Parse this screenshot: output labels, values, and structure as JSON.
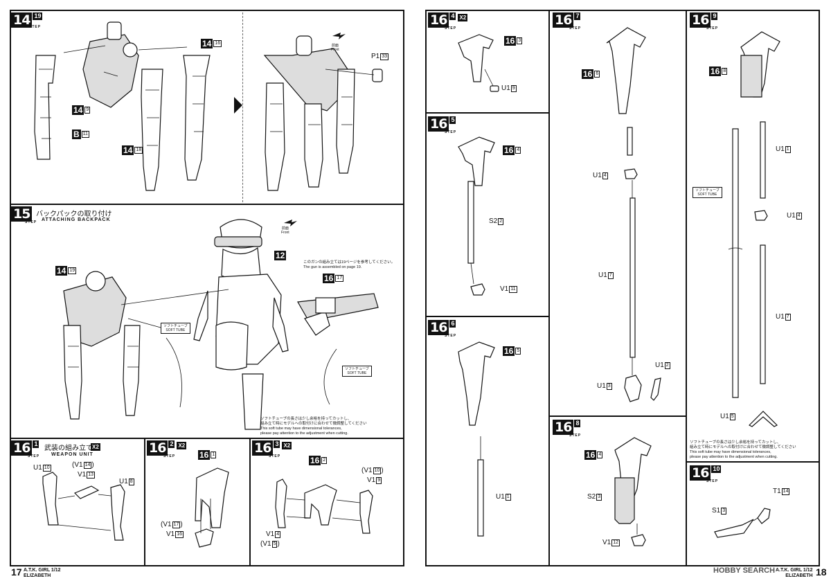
{
  "left_page": {
    "page_number": "17",
    "footer": {
      "line1": "A.T.K. GIRL 1/12",
      "line2": "ELIZABETH"
    },
    "step14": {
      "number": "14",
      "sub": "19",
      "caption": "STEP",
      "parts": {
        "b": "B",
        "b_num": "11",
        "l9": "9",
        "l16": "16",
        "l18": "18"
      },
      "p1": {
        "letter": "P1",
        "num": "33"
      },
      "front": "Front",
      "front_jp": "前面"
    },
    "step15": {
      "number": "15",
      "caption": "STEP",
      "title_jp": "バックパックの取り付け",
      "title_en": "ATTACHING BACKPACK",
      "ref14": "14",
      "ref14_sub": "19",
      "ref12": "12",
      "ref16": "16",
      "ref16_sub": "17",
      "gun_note_jp": "このガンの組み立ては19ページを参考してください。",
      "gun_note_en": "The gun is assembled on page 19.",
      "soft_tube_jp": "ソフトチューブ",
      "soft_tube_en": "SOFT TUBE",
      "front": "Front",
      "front_jp": "前面",
      "note_lines": [
        "ソフトチューブの長さは少し余裕を持ってカットし、",
        "組み立て時にモデルへの取付けに合わせて微調整してください",
        "This soft tube may have dimensional tolerances,",
        "please pay attention to the adjustment when cutting."
      ]
    },
    "step16_1": {
      "number": "16",
      "sub": "1",
      "caption": "STEP",
      "title_jp": "武装の組み立て",
      "title_en": "WEAPON UNIT",
      "mult": "X2",
      "labels": {
        "u1_10": [
          "U1",
          "10"
        ],
        "v1_14": [
          "(V1",
          "14",
          ")"
        ],
        "v1_13": [
          "V1",
          "13"
        ],
        "u1_8": [
          "U1",
          "8"
        ]
      }
    },
    "step16_2": {
      "number": "16",
      "sub": "2",
      "caption": "STEP",
      "mult": "X2",
      "ref": [
        "16",
        "1"
      ],
      "labels": {
        "v1_17": [
          "(V1",
          "17",
          ")"
        ],
        "v1_16": [
          "V1",
          "16"
        ]
      }
    },
    "step16_3": {
      "number": "16",
      "sub": "3",
      "caption": "STEP",
      "mult": "X2",
      "ref": [
        "16",
        "2"
      ],
      "labels": {
        "v1_10": [
          "(V1",
          "10",
          ")"
        ],
        "v1_9": [
          "V1",
          "9"
        ],
        "v1_4": [
          "V1",
          "4"
        ],
        "v1_5": [
          "(V1",
          "5",
          ")"
        ]
      }
    }
  },
  "right_page": {
    "page_number": "18",
    "footer": {
      "line1": "A.T.K. GIRL 1/12",
      "line2": "ELIZABETH"
    },
    "watermark": "HOBBY SEARCH",
    "step16_4": {
      "number": "16",
      "sub": "4",
      "caption": "STEP",
      "mult": "X2",
      "ref": [
        "16",
        "3"
      ],
      "labels": {
        "u1_9": [
          "U1",
          "9"
        ]
      }
    },
    "step16_5": {
      "number": "16",
      "sub": "5",
      "caption": "STEP",
      "ref": [
        "16",
        "4"
      ],
      "labels": {
        "s2_2": [
          "S2",
          "2"
        ],
        "v1_11": [
          "V1",
          "11"
        ]
      }
    },
    "step16_6": {
      "number": "16",
      "sub": "6",
      "caption": "STEP",
      "ref": [
        "16",
        "5"
      ],
      "labels": {
        "u1_1": [
          "U1",
          "1"
        ]
      }
    },
    "step16_7": {
      "number": "16",
      "sub": "7",
      "caption": "STEP",
      "ref": [
        "16",
        "6"
      ],
      "labels": {
        "u1_4": [
          "U1",
          "4"
        ],
        "u1_7": [
          "U1",
          "7"
        ],
        "u1_2": [
          "U1",
          "2"
        ],
        "u1_3": [
          "U1",
          "3"
        ]
      }
    },
    "step16_8": {
      "number": "16",
      "sub": "8",
      "caption": "STEP",
      "ref": [
        "16",
        "4"
      ],
      "labels": {
        "s2_3": [
          "S2",
          "3"
        ],
        "v1_12": [
          "V1",
          "12"
        ]
      }
    },
    "step16_9": {
      "number": "16",
      "sub": "9",
      "caption": "STEP",
      "ref": [
        "16",
        "8"
      ],
      "soft_tube_jp": "ソフトチューブ",
      "soft_tube_en": "SOFT TUBE",
      "labels": {
        "u1_1": [
          "U1",
          "1"
        ],
        "u1_4": [
          "U1",
          "4"
        ],
        "u1_7": [
          "U1",
          "7"
        ],
        "u1_5": [
          "U1",
          "5"
        ]
      },
      "note_lines": [
        "ソフトチューブの長さは少し余裕を持ってカットし、",
        "組み立て時にモデルへの取付けに合わせて微調整してください",
        "This soft tube may have dimensional tolerances,",
        "please pay attention to the adjustment when cutting."
      ]
    },
    "step16_10": {
      "number": "16",
      "sub": "10",
      "caption": "STEP",
      "labels": {
        "t1_14": [
          "T1",
          "14"
        ],
        "s1_3": [
          "S1",
          "3"
        ]
      }
    }
  }
}
